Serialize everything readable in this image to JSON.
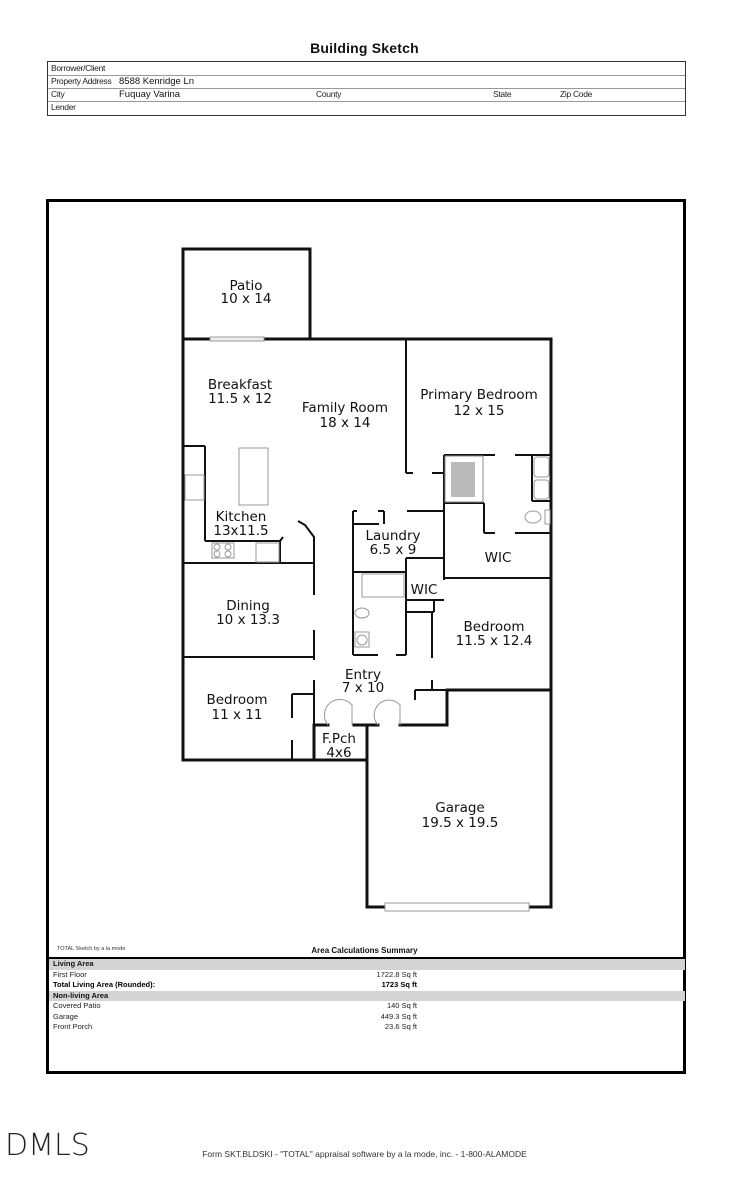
{
  "document": {
    "title": "Building Sketch"
  },
  "header": {
    "rows": [
      {
        "label": "Borrower/Client",
        "value": ""
      },
      {
        "label": "Property Address",
        "value": "8588 Kenridge Ln"
      },
      {
        "label": "City",
        "value": "Fuquay Varina",
        "county_label": "County",
        "county_value": "",
        "state_label": "State",
        "state_value": "",
        "zip_label": "Zip Code",
        "zip_value": ""
      },
      {
        "label": "Lender",
        "value": ""
      }
    ]
  },
  "floor_plan": {
    "rooms": [
      {
        "name": "Patio",
        "dims": "10 x 14"
      },
      {
        "name": "Breakfast",
        "dims": "11.5 x 12"
      },
      {
        "name": "Family Room",
        "dims": "18 x 14"
      },
      {
        "name": "Primary Bedroom",
        "dims": "12 x 15"
      },
      {
        "name": "Kitchen",
        "dims": "13x11.5"
      },
      {
        "name": "Laundry",
        "dims": "6.5 x 9"
      },
      {
        "name": "WIC",
        "dims": ""
      },
      {
        "name": "WIC",
        "dims": ""
      },
      {
        "name": "Dining",
        "dims": "10 x 13.3"
      },
      {
        "name": "Bedroom",
        "dims": "11.5 x 12.4"
      },
      {
        "name": "Entry",
        "dims": "7 x 10"
      },
      {
        "name": "Bedroom",
        "dims": "11 x 11"
      },
      {
        "name": "F.Pch",
        "dims": "4x6"
      },
      {
        "name": "Garage",
        "dims": "19.5 x 19.5"
      }
    ]
  },
  "area_summary": {
    "credit": "TOTAL Sketch by a la mode",
    "title": "Area Calculations Summary",
    "living_area_label": "Living Area",
    "living_rows": [
      {
        "name": "First Floor",
        "value": "1722.8 Sq ft"
      }
    ],
    "total_label": "Total Living Area (Rounded):",
    "total_value": "1723 Sq ft",
    "nonliving_label": "Non-living Area",
    "nonliving_rows": [
      {
        "name": "Covered Patio",
        "value": "140 Sq ft"
      },
      {
        "name": "Garage",
        "value": "449.3 Sq ft"
      },
      {
        "name": "Front Porch",
        "value": "23.6 Sq ft"
      }
    ]
  },
  "footer": {
    "logo": "DMLS",
    "form_text": "Form SKT.BLDSKI - \"TOTAL\" appraisal software by a la mode, inc. - 1-800-ALAMODE"
  }
}
